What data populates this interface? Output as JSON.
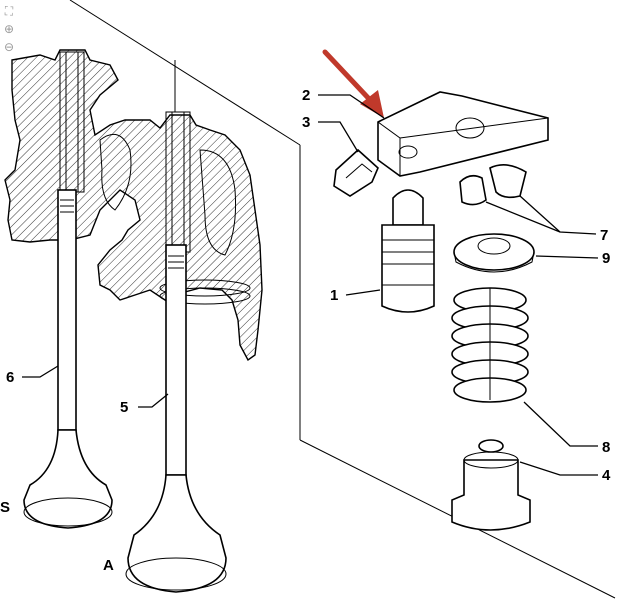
{
  "toolbar": {
    "icons": [
      "fit-page-icon",
      "zoom-in-icon",
      "zoom-out-icon"
    ],
    "glyphs": [
      "⛶",
      "⊕",
      "⊖"
    ]
  },
  "callouts": {
    "p1": "1",
    "p2": "2",
    "p3": "3",
    "p4": "4",
    "p5": "5",
    "p6": "6",
    "p7": "7",
    "p8": "8",
    "p9": "9",
    "valve_s": "S",
    "valve_a": "A"
  },
  "colors": {
    "ink": "#000000",
    "highlight_arrow": "#c0392b",
    "toolbar_icon": "#9a9a9a"
  }
}
